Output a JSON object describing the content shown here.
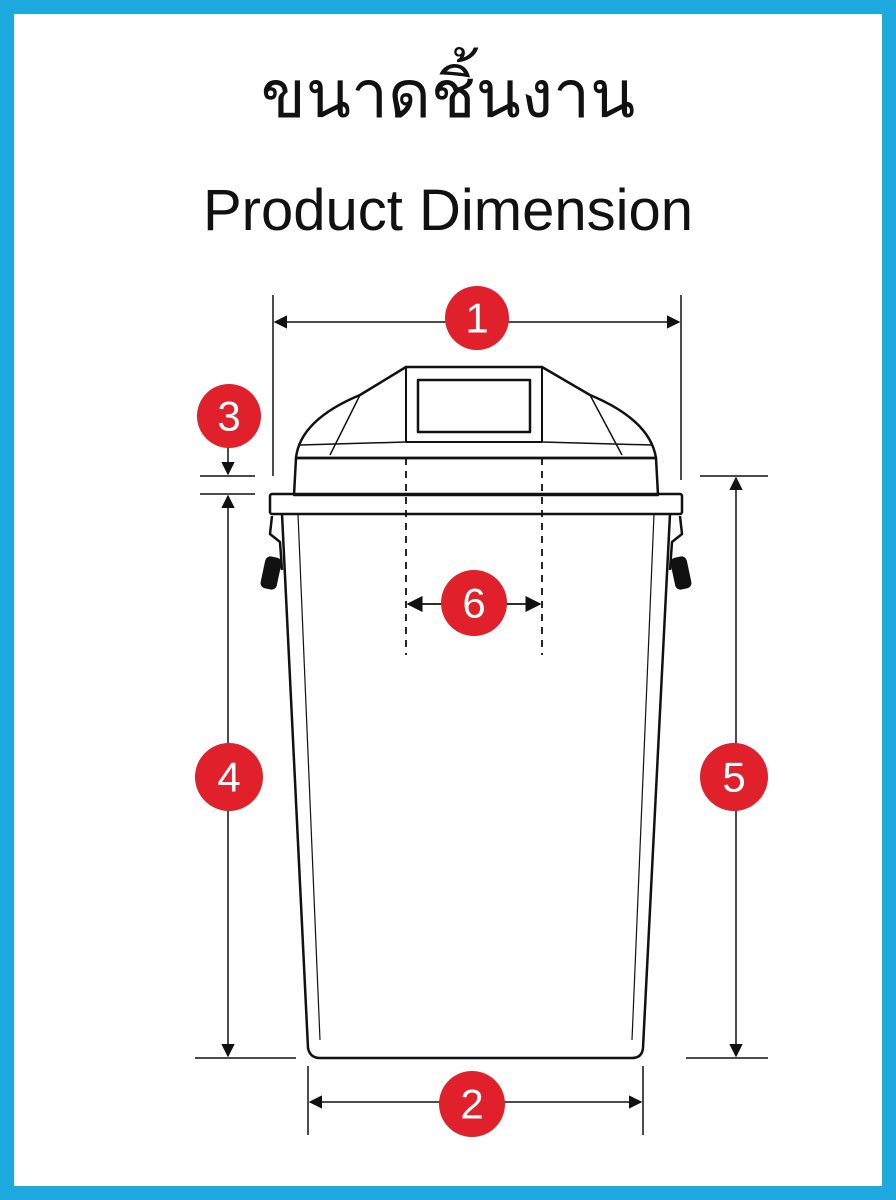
{
  "title_thai": "ขนาดชิ้นงาน",
  "title_english": "Product Dimension",
  "colors": {
    "frame": "#1ea8e0",
    "badge": "#e0202a",
    "line": "#111111"
  },
  "dimension_labels": {
    "top_width": "1",
    "bottom_width": "2",
    "lid_gap": "3",
    "body_height": "4",
    "total_height": "5",
    "opening_width": "6"
  }
}
